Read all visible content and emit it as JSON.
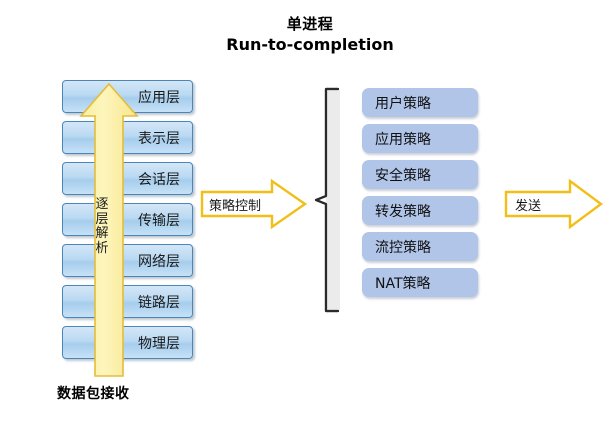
{
  "title": {
    "line1": "单进程",
    "line2": "Run-to-completion"
  },
  "osi_stack": {
    "name": "OSI protocol layer stack",
    "layers": [
      {
        "label": "应用层"
      },
      {
        "label": "表示层"
      },
      {
        "label": "会话层"
      },
      {
        "label": "传输层"
      },
      {
        "label": "网络层"
      },
      {
        "label": "链路层"
      },
      {
        "label": "物理层"
      }
    ],
    "box_fill": "#b9d9f2",
    "box_border": "#4a86b8"
  },
  "up_arrow": {
    "label": "逐层解析",
    "fill": "#fdf3a8",
    "border": "#e8c341"
  },
  "policy_stack": {
    "name": "policy list",
    "items": [
      {
        "label": "用户策略"
      },
      {
        "label": "应用策略"
      },
      {
        "label": "安全策略"
      },
      {
        "label": "转发策略"
      },
      {
        "label": "流控策略"
      },
      {
        "label": "NAT策略"
      }
    ],
    "box_fill": "#b1c5e9"
  },
  "brace": {
    "fill": "#e6e6e6",
    "stroke": "#2b2b2b"
  },
  "arrows": {
    "policy_control": {
      "label": "策略控制",
      "fill": "#ffffff",
      "border": "#f2bf18"
    },
    "send": {
      "label": "发送",
      "fill": "#ffffff",
      "border": "#f2bf18"
    }
  },
  "bottom_caption": {
    "label": "数据包接收"
  }
}
